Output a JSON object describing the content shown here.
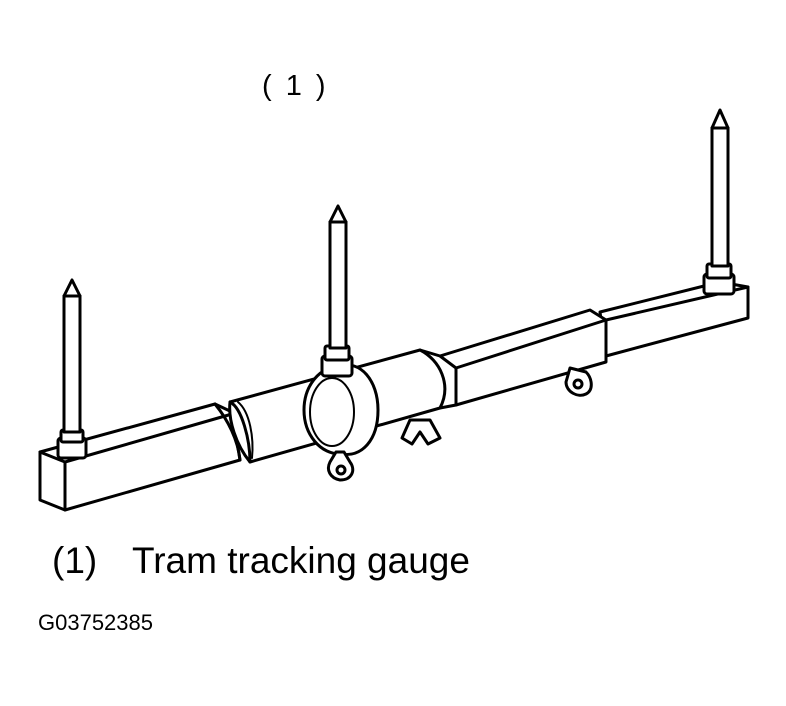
{
  "callout": {
    "label": "( 1 )"
  },
  "caption": {
    "number": "(1)",
    "text": "Tram tracking gauge"
  },
  "figure_id": "G03752385",
  "colors": {
    "ink": "#000000",
    "paper": "#ffffff"
  }
}
